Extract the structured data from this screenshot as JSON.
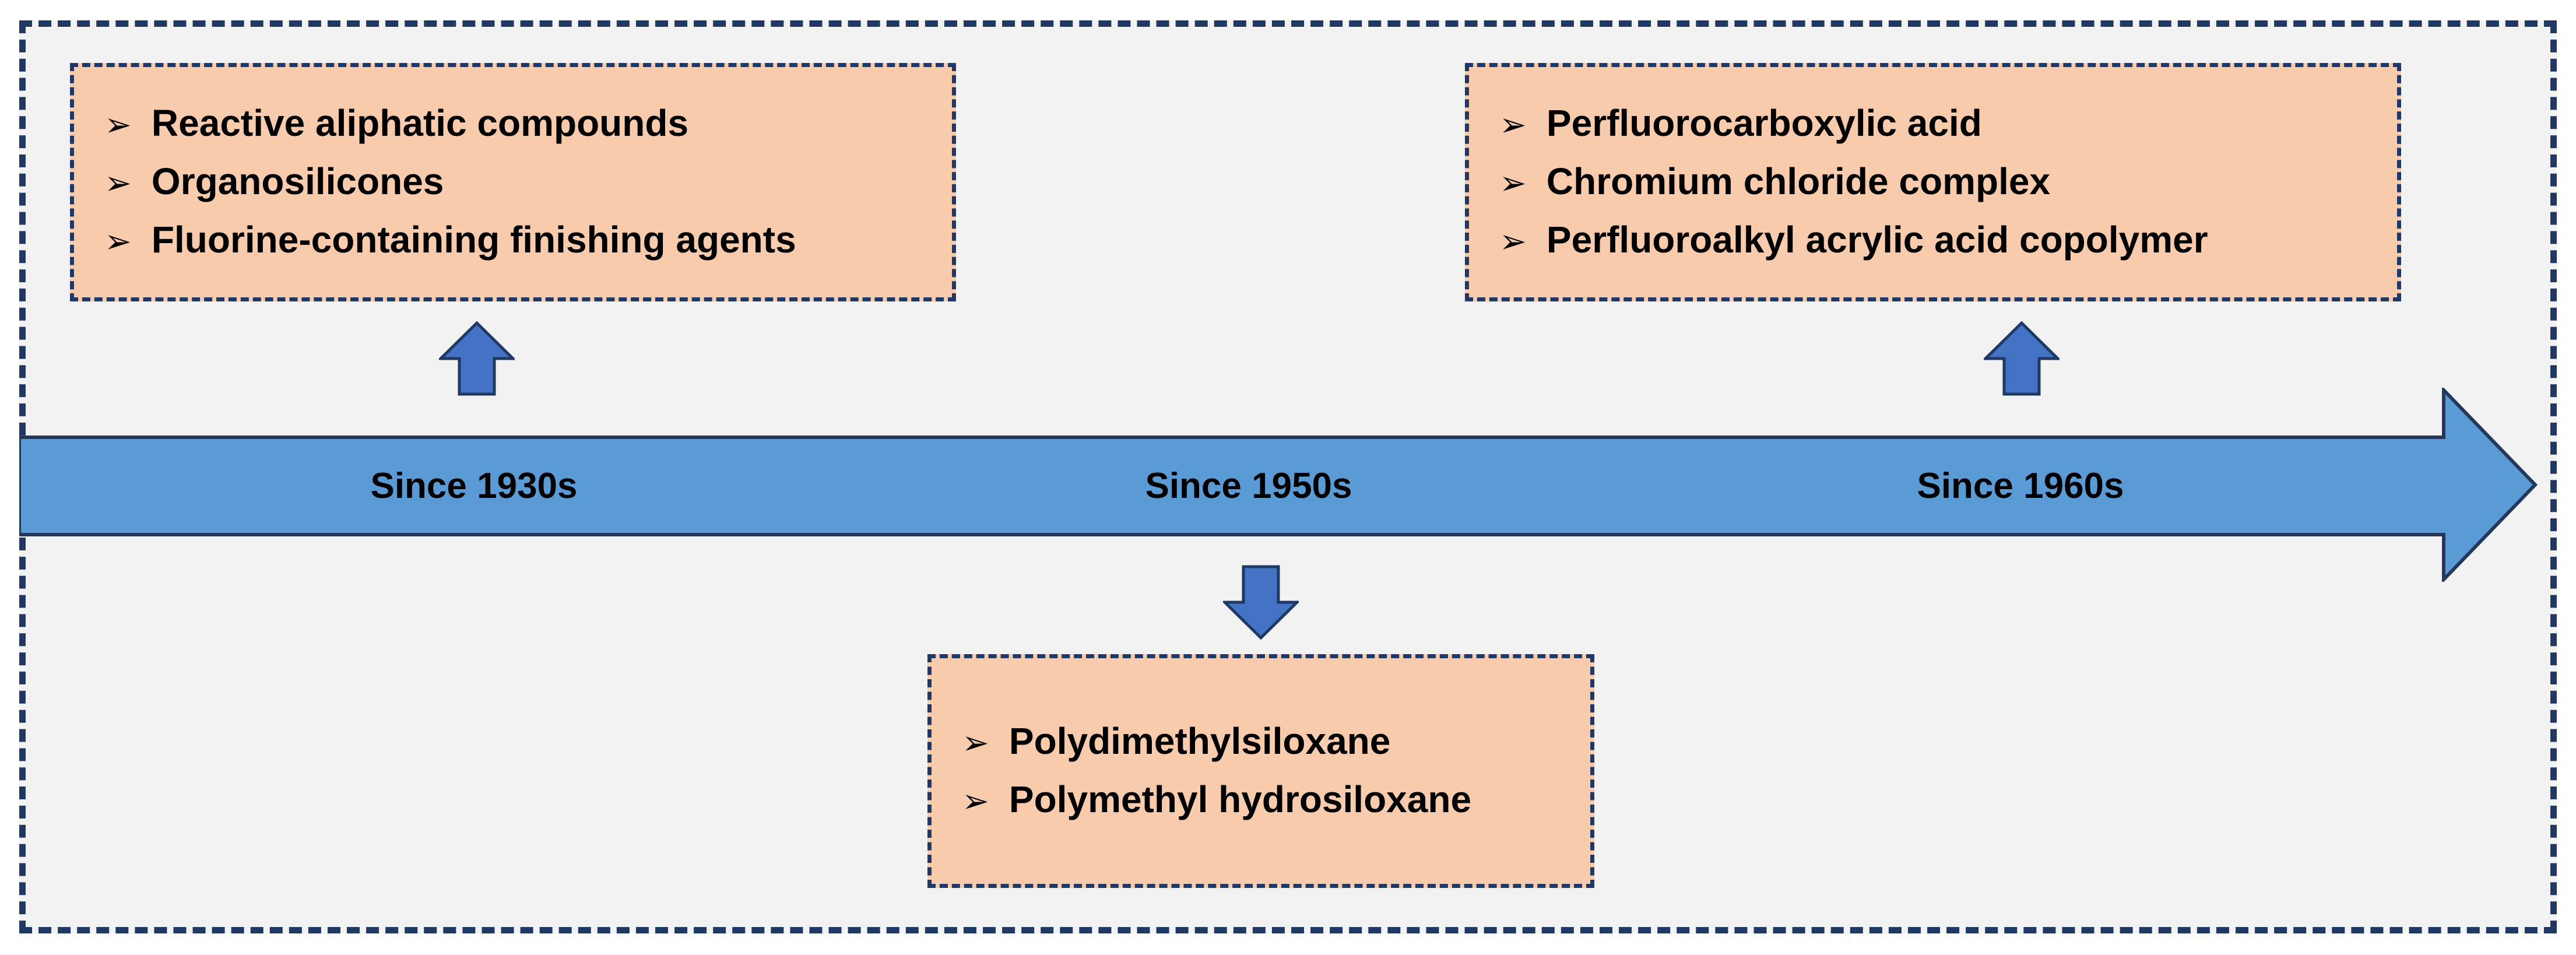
{
  "figure": {
    "description": "Timeline diagram of finishing agents development",
    "colors": {
      "frame_background": "#F2F2F2",
      "border_navy": "#1F3864",
      "timeline_fill": "#5B9BD5",
      "timeline_stroke": "#24385C",
      "connector_fill": "#4472C4",
      "connector_stroke": "#203864",
      "box_fill": "#F8CBAD",
      "text": "#000000"
    }
  },
  "bullet_glyph": "➢",
  "timeline": {
    "labels": [
      "Since 1930s",
      "Since 1950s",
      "Since 1960s"
    ]
  },
  "boxes": [
    {
      "position": "top-left",
      "items": [
        "Reactive aliphatic compounds",
        "Organosilicones",
        "Fluorine-containing finishing agents"
      ]
    },
    {
      "position": "top-right",
      "items": [
        "Perfluorocarboxylic acid",
        "Chromium chloride complex",
        "Perfluoroalkyl acrylic acid copolymer"
      ]
    },
    {
      "position": "bottom-center",
      "items": [
        "Polydimethylsiloxane",
        "Polymethyl hydrosiloxane"
      ]
    }
  ]
}
